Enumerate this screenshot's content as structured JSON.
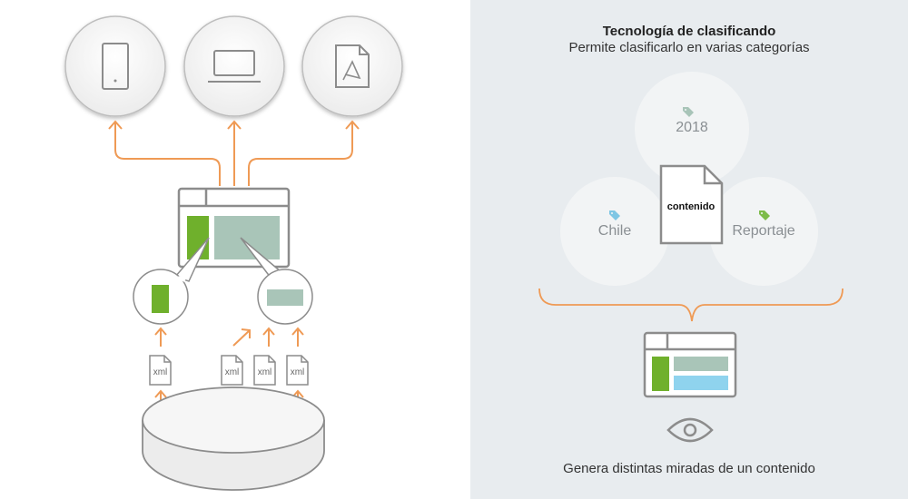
{
  "right": {
    "title": "Tecnología de clasificando",
    "subtitle": "Permite clasificarlo en varias categorías",
    "tags": [
      {
        "label": "2018",
        "tag_color": "#a8c4b8"
      },
      {
        "label": "Chile",
        "tag_color": "#7ec6e4"
      },
      {
        "label": "Reportaje",
        "tag_color": "#7dbb4a"
      }
    ],
    "center_doc": "contenido",
    "footer": "Genera distintas miradas de un contenido"
  },
  "left": {
    "devices": [
      "phone-icon",
      "laptop-icon",
      "pdf-icon"
    ],
    "file_labels": [
      "xml",
      "xml",
      "xml",
      "xml"
    ]
  },
  "colors": {
    "arrow": "#ef9a55",
    "green": "#6fb02c",
    "sage": "#a9c5b8",
    "blue": "#8fd3ee",
    "outline": "#8c8c8c"
  }
}
